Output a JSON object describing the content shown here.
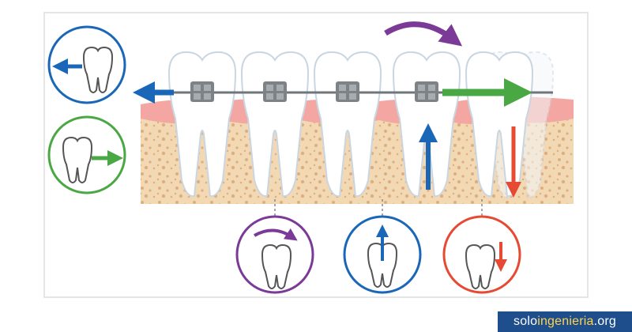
{
  "image_summary": "Orthodontic diagram: teeth with braces on a wire over bone, arrows showing tipping, rotation, extrusion and intrusion movements",
  "colors": {
    "blue": "#1a67b8",
    "green": "#4aa844",
    "purple": "#7b3a98",
    "red": "#e64a33",
    "gum": "#f3a6a2",
    "bone": "#f3d8b4",
    "bone_dot": "#d9a877",
    "tooth_outline": "#c9d6e2",
    "bracket": "#7d8287",
    "watermark_bg": "#1f4e8c",
    "watermark_accent": "#ffd34d"
  },
  "icons": {
    "move_left": "tooth-arrow-left-icon",
    "move_right": "tooth-arrow-right-icon",
    "rotation": "tooth-rotation-icon",
    "extrusion": "tooth-arrow-up-icon",
    "intrusion": "tooth-arrow-down-icon"
  },
  "watermark": {
    "part1": "solo",
    "part2": "ingenieria",
    "part3": ".org"
  }
}
